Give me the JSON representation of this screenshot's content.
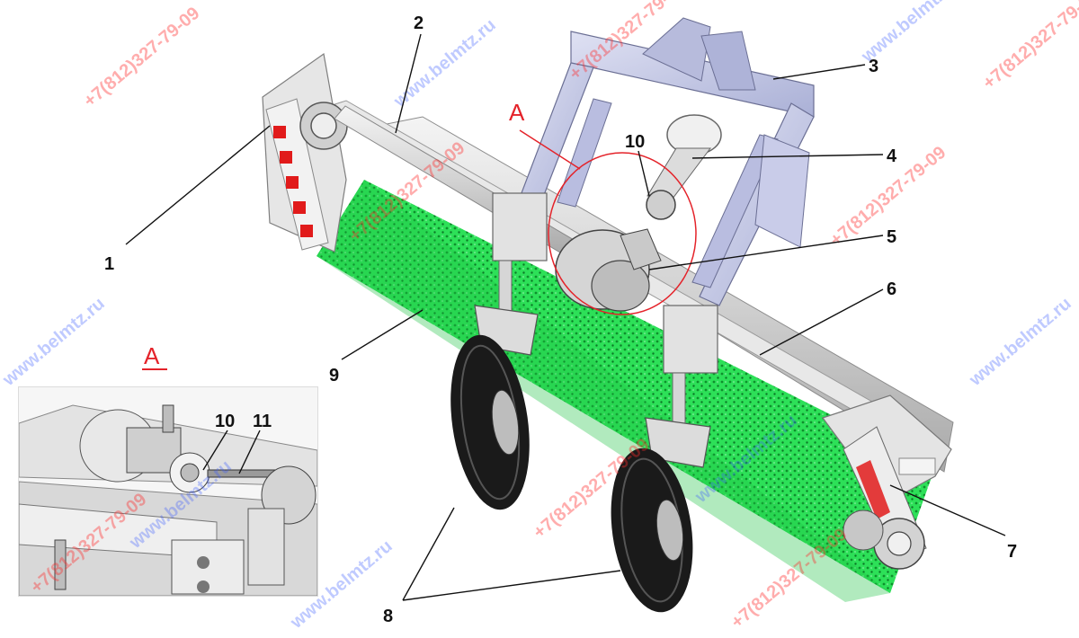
{
  "callouts": [
    "1",
    "2",
    "3",
    "4",
    "5",
    "6",
    "7",
    "8",
    "9",
    "10",
    "11"
  ],
  "section_label": "A",
  "inset_label": "A",
  "watermarks": {
    "phone": "+7(812)327-79-09",
    "site": "www.belmtz.ru"
  },
  "colors": {
    "brush_green": "#22d84a",
    "frame_lavender": "#c4c7e6",
    "metal_gray": "#d7d7d7",
    "reflector_red": "#e11b1b",
    "section_red": "#e4232a",
    "tire_black": "#1a1a1a"
  },
  "icons": [
    "wheel-icon",
    "hitch-frame-icon",
    "gearbox-icon"
  ]
}
